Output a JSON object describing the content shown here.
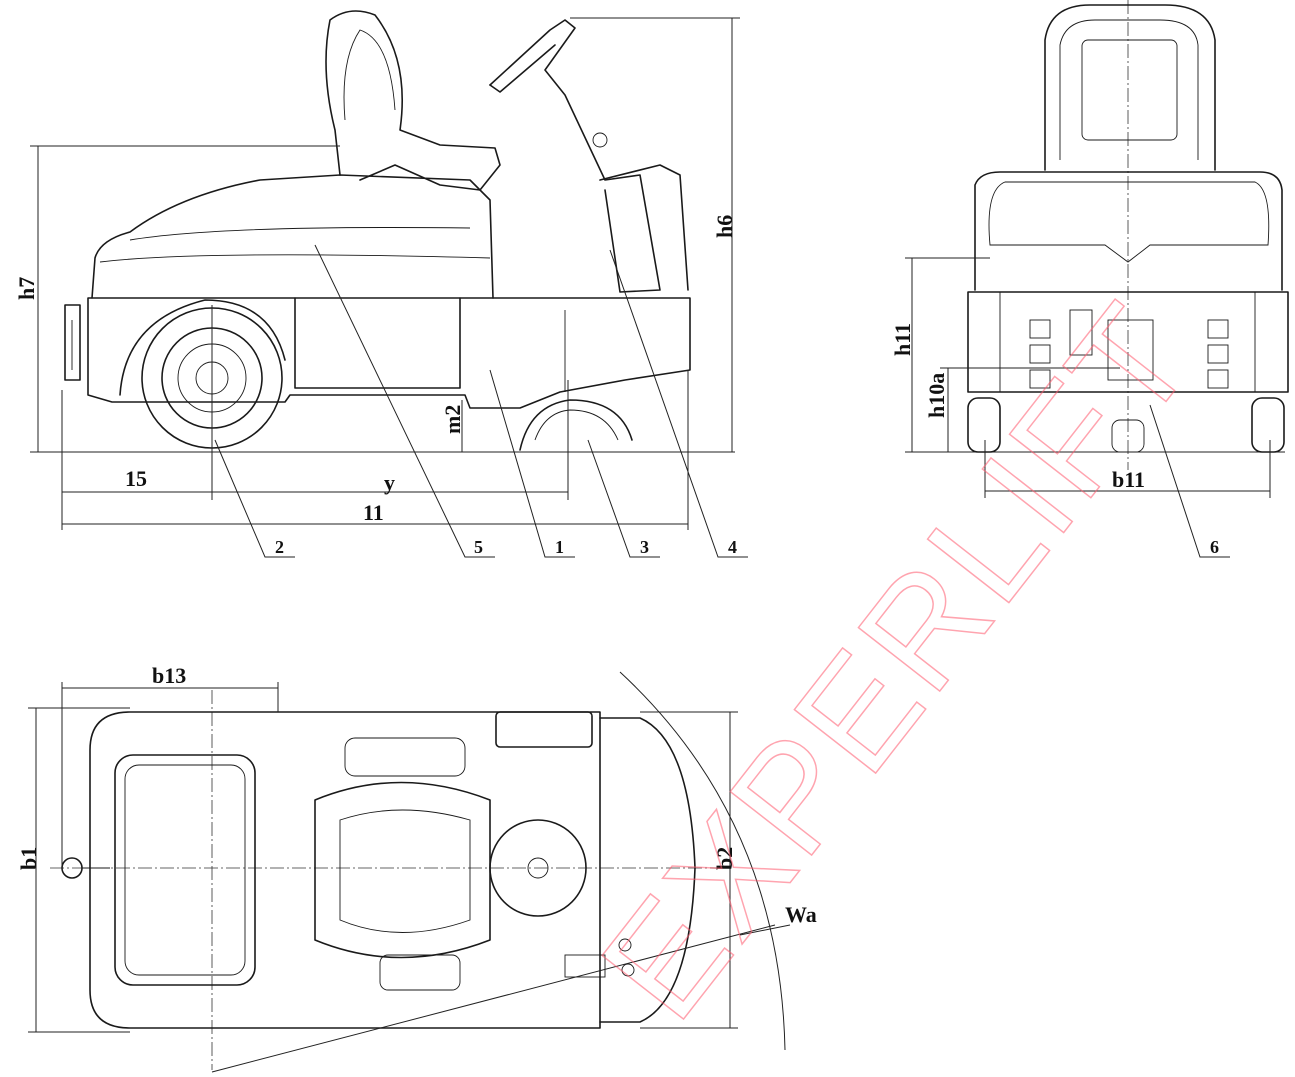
{
  "watermark": "EXPERLIFT",
  "side_view": {
    "dimensions": {
      "h7": "h7",
      "h6": "h6",
      "m2": "m2",
      "l5": "15",
      "y": "y",
      "l1": "11"
    },
    "callouts": {
      "c2": "2",
      "c5": "5",
      "c1": "1",
      "c3": "3",
      "c4": "4"
    }
  },
  "rear_view": {
    "dimensions": {
      "h11": "h11",
      "h10a": "h10a",
      "b11": "b11"
    },
    "callouts": {
      "c6": "6"
    }
  },
  "top_view": {
    "dimensions": {
      "b13": "b13",
      "b1": "b1",
      "b2": "b2",
      "wa": "Wa"
    }
  }
}
